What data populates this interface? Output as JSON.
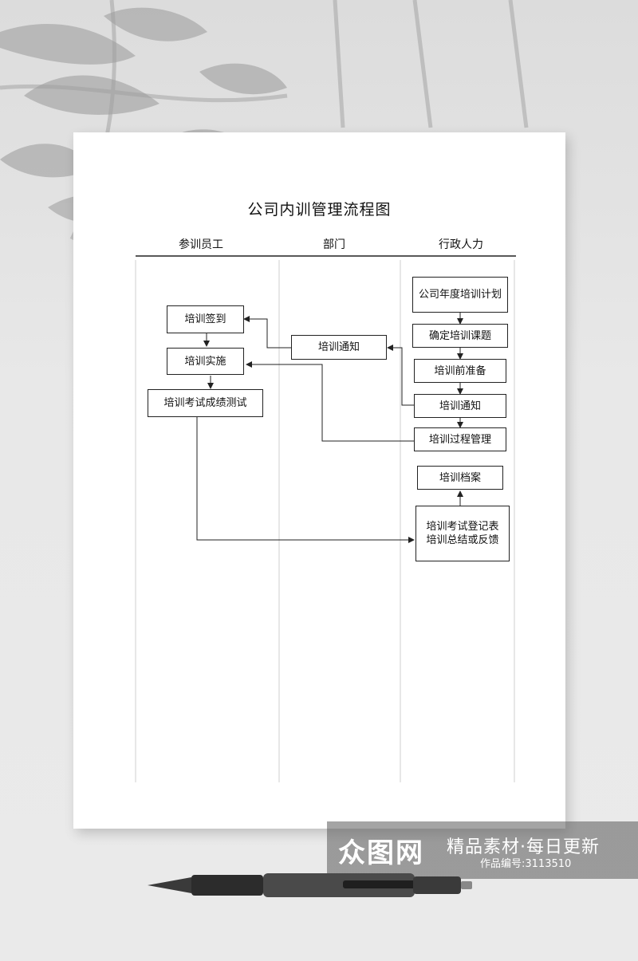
{
  "document": {
    "title": "公司内训管理流程图",
    "lanes": [
      "参训员工",
      "部门",
      "行政人力"
    ]
  },
  "nodes": {
    "plan": "公司年度培训计划",
    "topic": "确定培训课题",
    "prep": "培训前准备",
    "notice_hr": "培训通知",
    "process": "培训过程管理",
    "archive": "培训档案",
    "exam_record": "培训考试登记表 培训总结或反馈",
    "notice_dept": "培训通知",
    "signin": "培训签到",
    "implement": "培训实施",
    "exam": "培训考试成绩测试"
  },
  "watermark": {
    "logo": "众图网",
    "slogan": "精品素材·每日更新",
    "work_id": "作品编号:3113510"
  },
  "colors": {
    "line": "#222222",
    "paper": "#ffffff"
  }
}
